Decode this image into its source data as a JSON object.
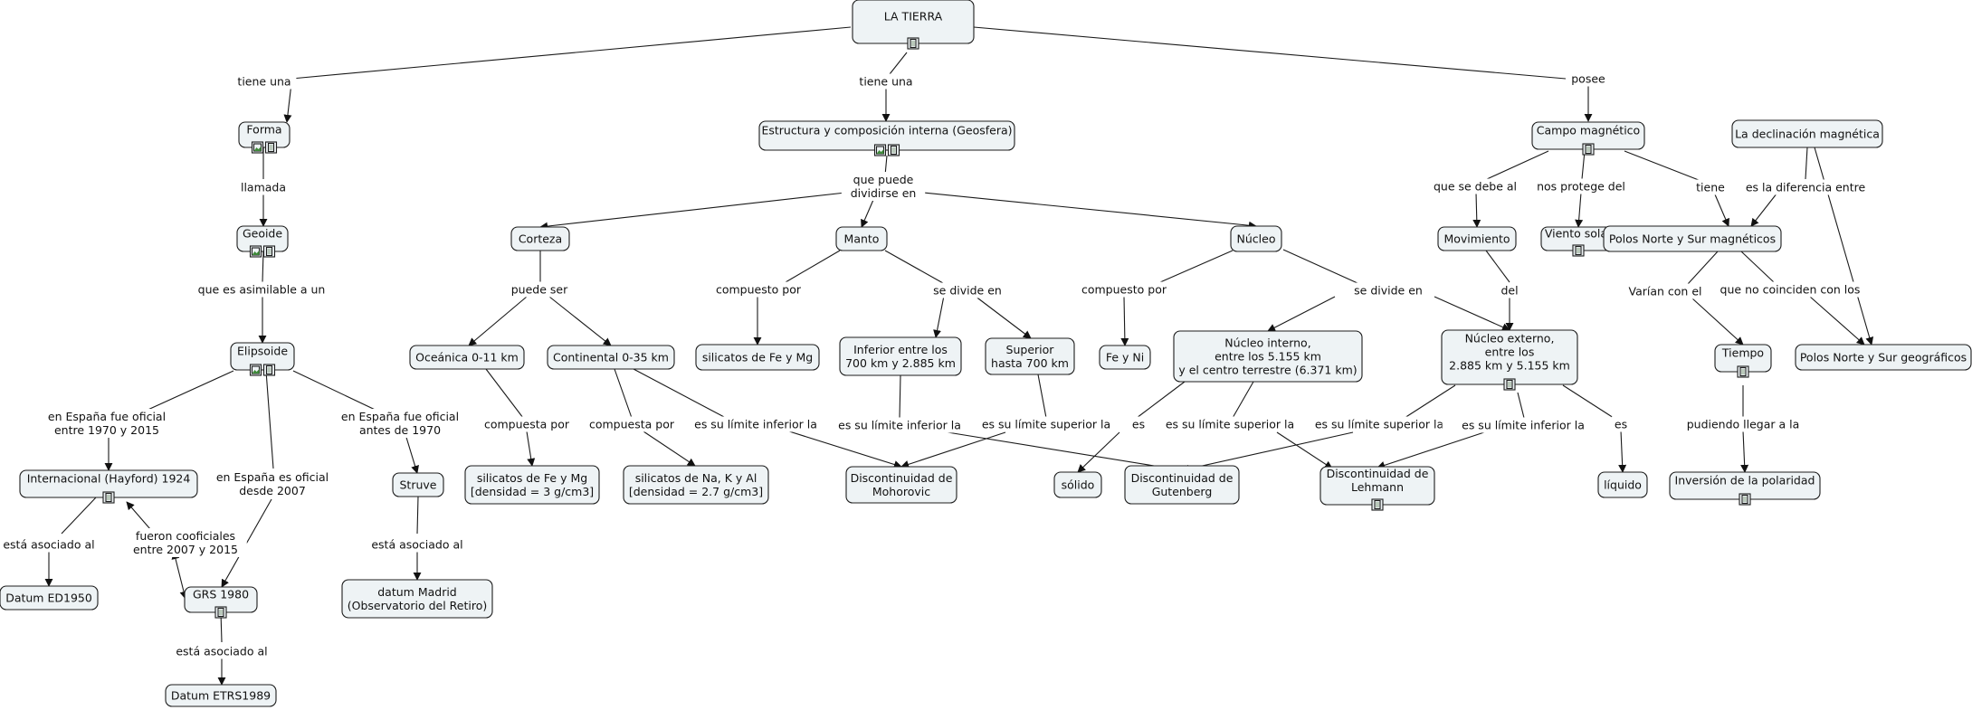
{
  "nodes": {
    "la_tierra": {
      "text": [
        "LA TIERRA"
      ],
      "icons": [
        "note"
      ]
    },
    "forma": {
      "text": [
        "Forma"
      ],
      "icons": [
        "image",
        "note"
      ]
    },
    "estructura": {
      "text": [
        "Estructura y composición interna (Geosfera)"
      ],
      "icons": [
        "image",
        "note"
      ]
    },
    "campo": {
      "text": [
        "Campo magnético"
      ],
      "icons": [
        "note"
      ]
    },
    "declinacion": {
      "text": [
        "La declinación magnética"
      ],
      "icons": []
    },
    "geoide": {
      "text": [
        "Geoide"
      ],
      "icons": [
        "image",
        "note"
      ]
    },
    "corteza": {
      "text": [
        "Corteza"
      ],
      "icons": []
    },
    "manto": {
      "text": [
        "Manto"
      ],
      "icons": []
    },
    "nucleo": {
      "text": [
        "Núcleo"
      ],
      "icons": []
    },
    "movimiento": {
      "text": [
        "Movimiento"
      ],
      "icons": []
    },
    "viento": {
      "text": [
        "Viento solar"
      ],
      "icons": [
        "note"
      ]
    },
    "polos_mag": {
      "text": [
        "Polos Norte y Sur magnéticos"
      ],
      "icons": []
    },
    "elipsoide": {
      "text": [
        "Elipsoide"
      ],
      "icons": [
        "image",
        "note"
      ]
    },
    "oceanica": {
      "text": [
        "Oceánica 0-11 km"
      ],
      "icons": []
    },
    "continental": {
      "text": [
        "Continental 0-35 km"
      ],
      "icons": []
    },
    "silicatos_fe_mg": {
      "text": [
        "silicatos de Fe y Mg"
      ],
      "icons": []
    },
    "inferior": {
      "text": [
        "Inferior entre los",
        "700 km y 2.885 km"
      ],
      "icons": []
    },
    "superior": {
      "text": [
        "Superior",
        "hasta 700 km"
      ],
      "icons": []
    },
    "fe_ni": {
      "text": [
        "Fe y Ni"
      ],
      "icons": []
    },
    "nucleo_interno": {
      "text": [
        "Núcleo interno,",
        "entre los 5.155 km",
        "y el centro terrestre (6.371 km)"
      ],
      "icons": []
    },
    "nucleo_externo": {
      "text": [
        "Núcleo externo,",
        "entre los",
        "2.885 km y 5.155 km"
      ],
      "icons": [
        "note"
      ]
    },
    "tiempo": {
      "text": [
        "Tiempo"
      ],
      "icons": [
        "note"
      ]
    },
    "polos_geo": {
      "text": [
        "Polos Norte y Sur geográficos"
      ],
      "icons": []
    },
    "internacional": {
      "text": [
        "Internacional (Hayford) 1924"
      ],
      "icons": [
        "note"
      ]
    },
    "struve": {
      "text": [
        "Struve"
      ],
      "icons": []
    },
    "silicatos_densidad3": {
      "text": [
        "silicatos de Fe y Mg",
        "[densidad = 3 g/cm3]"
      ],
      "icons": []
    },
    "silicatos_na": {
      "text": [
        "silicatos de Na, K y Al",
        "[densidad = 2.7 g/cm3]"
      ],
      "icons": []
    },
    "mohorovic": {
      "text": [
        "Discontinuidad de",
        "Mohorovic"
      ],
      "icons": []
    },
    "solido": {
      "text": [
        "sólido"
      ],
      "icons": []
    },
    "gutenberg": {
      "text": [
        "Discontinuidad de",
        "Gutenberg"
      ],
      "icons": []
    },
    "lehmann": {
      "text": [
        "Discontinuidad de",
        "Lehmann"
      ],
      "icons": [
        "note"
      ]
    },
    "liquido": {
      "text": [
        "líquido"
      ],
      "icons": []
    },
    "inversion": {
      "text": [
        "Inversión de la polaridad"
      ],
      "icons": [
        "note"
      ]
    },
    "grs1980": {
      "text": [
        "GRS 1980"
      ],
      "icons": [
        "note"
      ]
    },
    "datum_madrid": {
      "text": [
        "datum Madrid",
        "(Observatorio del Retiro)"
      ],
      "icons": []
    },
    "datum_ed1950": {
      "text": [
        "Datum ED1950"
      ],
      "icons": []
    },
    "datum_etrs": {
      "text": [
        "Datum ETRS1989"
      ],
      "icons": []
    }
  },
  "links": {
    "tiene_una_1": {
      "text": [
        "tiene una"
      ]
    },
    "tiene_una_2": {
      "text": [
        "tiene una"
      ]
    },
    "posee": {
      "text": [
        "posee"
      ]
    },
    "llamada": {
      "text": [
        "llamada"
      ]
    },
    "que_puede_dividirse": {
      "text": [
        "que puede",
        "dividirse en"
      ]
    },
    "que_se_debe": {
      "text": [
        "que se debe al"
      ]
    },
    "nos_protege": {
      "text": [
        "nos protege del"
      ]
    },
    "tiene": {
      "text": [
        "tiene"
      ]
    },
    "es_la_diferencia": {
      "text": [
        "es la diferencia entre"
      ]
    },
    "que_es_asimilable": {
      "text": [
        "que es asimilable a un"
      ]
    },
    "puede_ser": {
      "text": [
        "puede ser"
      ]
    },
    "compuesto_por_1": {
      "text": [
        "compuesto por"
      ]
    },
    "se_divide_1": {
      "text": [
        "se divide en"
      ]
    },
    "compuesto_por_2": {
      "text": [
        "compuesto por"
      ]
    },
    "se_divide_2": {
      "text": [
        "se divide en"
      ]
    },
    "del": {
      "text": [
        "del"
      ]
    },
    "varian": {
      "text": [
        "Varían con el"
      ]
    },
    "no_coinciden": {
      "text": [
        "que no coinciden con los"
      ]
    },
    "oficial_1970_2015": {
      "text": [
        "en España fue oficial",
        "entre 1970 y 2015"
      ]
    },
    "oficial_desde_2007": {
      "text": [
        "en España es oficial",
        "desde 2007"
      ]
    },
    "oficial_antes_1970": {
      "text": [
        "en España fue oficial",
        "antes de 1970"
      ]
    },
    "compuesta_por_1": {
      "text": [
        "compuesta por"
      ]
    },
    "compuesta_por_2": {
      "text": [
        "compuesta por"
      ]
    },
    "limite_inferior_1": {
      "text": [
        "es su límite inferior la"
      ]
    },
    "limite_inferior_2": {
      "text": [
        "es su límite inferior la"
      ]
    },
    "limite_superior_1": {
      "text": [
        "es su límite superior la"
      ]
    },
    "es_1": {
      "text": [
        "es"
      ]
    },
    "limite_superior_2": {
      "text": [
        "es su límite superior la"
      ]
    },
    "limite_superior_3": {
      "text": [
        "es su límite superior la"
      ]
    },
    "limite_inferior_3": {
      "text": [
        "es su límite inferior la"
      ]
    },
    "es_2": {
      "text": [
        "es"
      ]
    },
    "pudiendo": {
      "text": [
        "pudiendo llegar a la"
      ]
    },
    "asociado_1": {
      "text": [
        "está asociado al"
      ]
    },
    "cooficiales": {
      "text": [
        "fueron cooficiales",
        "entre 2007 y 2015"
      ]
    },
    "asociado_2": {
      "text": [
        "está asociado al"
      ]
    },
    "asociado_3": {
      "text": [
        "está asociado al"
      ]
    }
  }
}
